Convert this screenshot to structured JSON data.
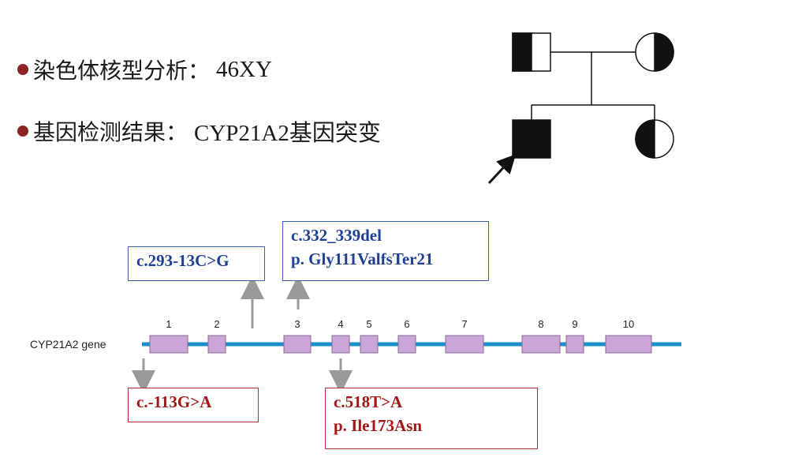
{
  "bullets": [
    {
      "label": "染色体核型分析：",
      "value": "46XY"
    },
    {
      "label": "基因检测结果：",
      "value": "CYP21A2基因突变"
    }
  ],
  "gene": {
    "name": "CYP21A2 gene",
    "exons": [
      "1",
      "2",
      "3",
      "4",
      "5",
      "6",
      "7",
      "8",
      "9",
      "10"
    ]
  },
  "mutations": {
    "intron2": {
      "lines": [
        "c.293-13C>G"
      ]
    },
    "exon3": {
      "lines": [
        "c.332_339del",
        "p. Gly111ValfsTer21"
      ]
    },
    "promoter": {
      "lines": [
        "c.-113G>A"
      ]
    },
    "exon4": {
      "lines": [
        "c.518T>A",
        "p. Ile173Asn"
      ]
    }
  },
  "colors": {
    "bullet": "#8b2323",
    "gene_line": "#1d8fc8",
    "exon_fill": "#c9a6d6",
    "exon_border": "#8a6a9a",
    "blue_text": "#1f3f95",
    "red_text": "#a01818",
    "arrow": "#9a9a9a"
  }
}
